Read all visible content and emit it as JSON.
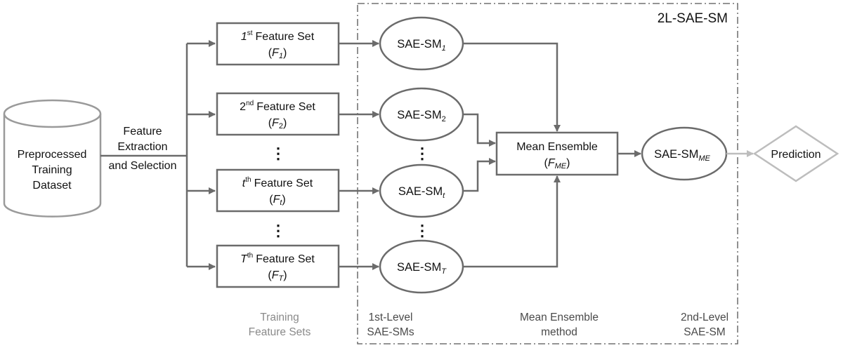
{
  "title": "2L-SAE-SM",
  "colors": {
    "stroke": "#6b6b6b",
    "prediction_stroke": "#bdbdbd",
    "text": "#111111",
    "caption": "#8a8a8a"
  },
  "dataset": {
    "lines": [
      "Preprocessed",
      "Training",
      "Dataset"
    ],
    "shape": "cylinder"
  },
  "extraction_label": {
    "lines": [
      "Feature",
      "Extraction",
      "and Selection"
    ]
  },
  "feature_sets": [
    {
      "index": "1",
      "sup": "st",
      "label": "Feature Set",
      "sym_base": "F",
      "sym_sub": "1"
    },
    {
      "index": "2",
      "sup": "nd",
      "label": "Feature Set",
      "sym_base": "F",
      "sym_sub": "2"
    },
    {
      "index": "t",
      "sup": "th",
      "label": "Feature Set",
      "sym_base": "F",
      "sym_sub": "t"
    },
    {
      "index": "T",
      "sup": "th",
      "label": "Feature Set",
      "sym_base": "F",
      "sym_sub": "T"
    }
  ],
  "first_level_models": [
    {
      "base": "SAE-SM",
      "sub": "1"
    },
    {
      "base": "SAE-SM",
      "sub": "2"
    },
    {
      "base": "SAE-SM",
      "sub": "t"
    },
    {
      "base": "SAE-SM",
      "sub": "T"
    }
  ],
  "ensemble": {
    "label": "Mean Ensemble",
    "sym_base": "F",
    "sym_sub": "ME"
  },
  "second_level_model": {
    "base": "SAE-SM",
    "sub": "ME"
  },
  "prediction": {
    "label": "Prediction",
    "shape": "diamond"
  },
  "ellipsis": "⋮",
  "captions": {
    "training_feature_sets": [
      "Training",
      "Feature Sets"
    ],
    "first_level": [
      "1st-Level",
      "SAE-SMs"
    ],
    "mean_ensemble": [
      "Mean Ensemble",
      "method"
    ],
    "second_level": [
      "2nd-Level",
      "SAE-SM"
    ]
  }
}
